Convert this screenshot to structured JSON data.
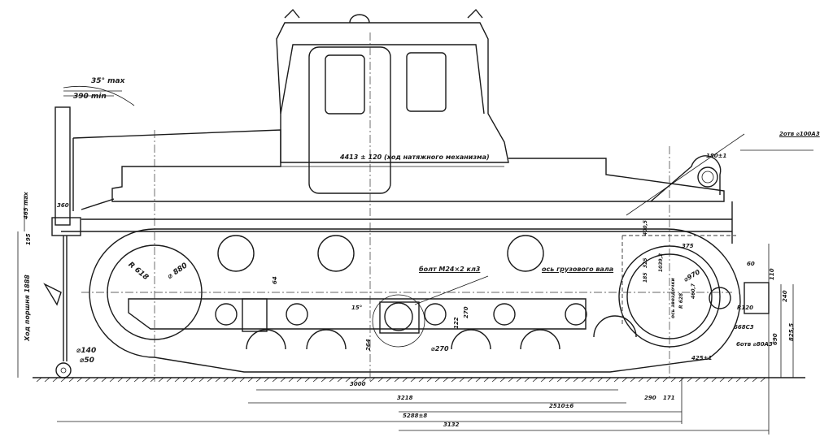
{
  "labels": {
    "tilt_angle": "35° max",
    "min_offset": "390 min",
    "max_height": "465 max",
    "cyl_width": "360",
    "dim_195": "195",
    "piston_stroke": "Ход поршня 1888",
    "radius_618": "R 618",
    "dia_880": "⌀ 880",
    "dia_140": "⌀140",
    "dia_50": "⌀50",
    "dim_64": "64",
    "tensioner_travel": "4413 ± 120 (ход натяжного механизма)",
    "bolt": "болт M24×2 кл3",
    "load_shaft_axis": "ось грузового вала",
    "angle_15": "15°",
    "dia_270": "⌀270",
    "dim_270": "270",
    "dim_122": "122",
    "dim_264": "264",
    "dim_180": "180±1",
    "holes_top": "2отв ⌀100A3",
    "dim_400": "400,5",
    "dim_375": "375",
    "dim_1039": "1039,2",
    "dim_325": "325",
    "dim_185": "185",
    "dia_970": "⌀970",
    "sprocket_axis": "ось звездочки",
    "radius_628": "R 628",
    "dim_460": "460,7",
    "dim_60": "60",
    "dim_110": "110",
    "dim_240": "240",
    "radius_120": "R120",
    "fit_668": "668C3",
    "holes_bottom": "6отв ⌀80A3",
    "dim_690": "690",
    "dim_825": "825,5",
    "dim_425": "425±1",
    "dim_3000": "3000",
    "dim_3218": "3218",
    "dim_290": "290",
    "dim_171": "171",
    "dim_2510": "2510±6",
    "dim_5288": "5288±8",
    "dim_3132": "3132"
  }
}
